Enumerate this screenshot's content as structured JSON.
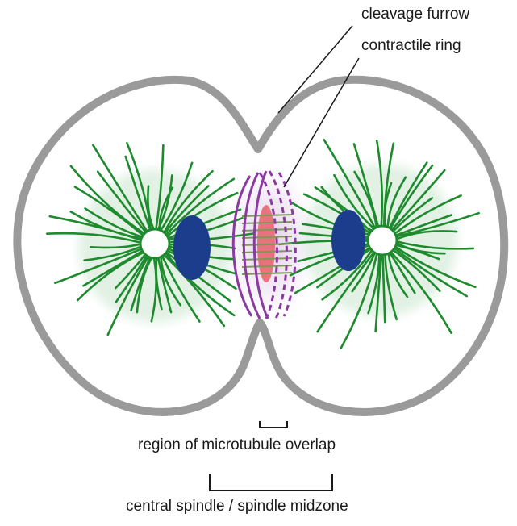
{
  "labels": {
    "cleavage_furrow": "cleavage furrow",
    "contractile_ring": "contractile ring",
    "microtubule_overlap": "region of microtubule overlap",
    "spindle_midzone": "central spindle / spindle midzone"
  },
  "colors": {
    "cell_outline": "#9a9a9a",
    "microtubules": "#1e8a2e",
    "chromosomes": "#1c3d8c",
    "contractile_ring": "#8a3aa0",
    "overlap_zone": "#e8606a",
    "label_text": "#1a1a1a"
  }
}
